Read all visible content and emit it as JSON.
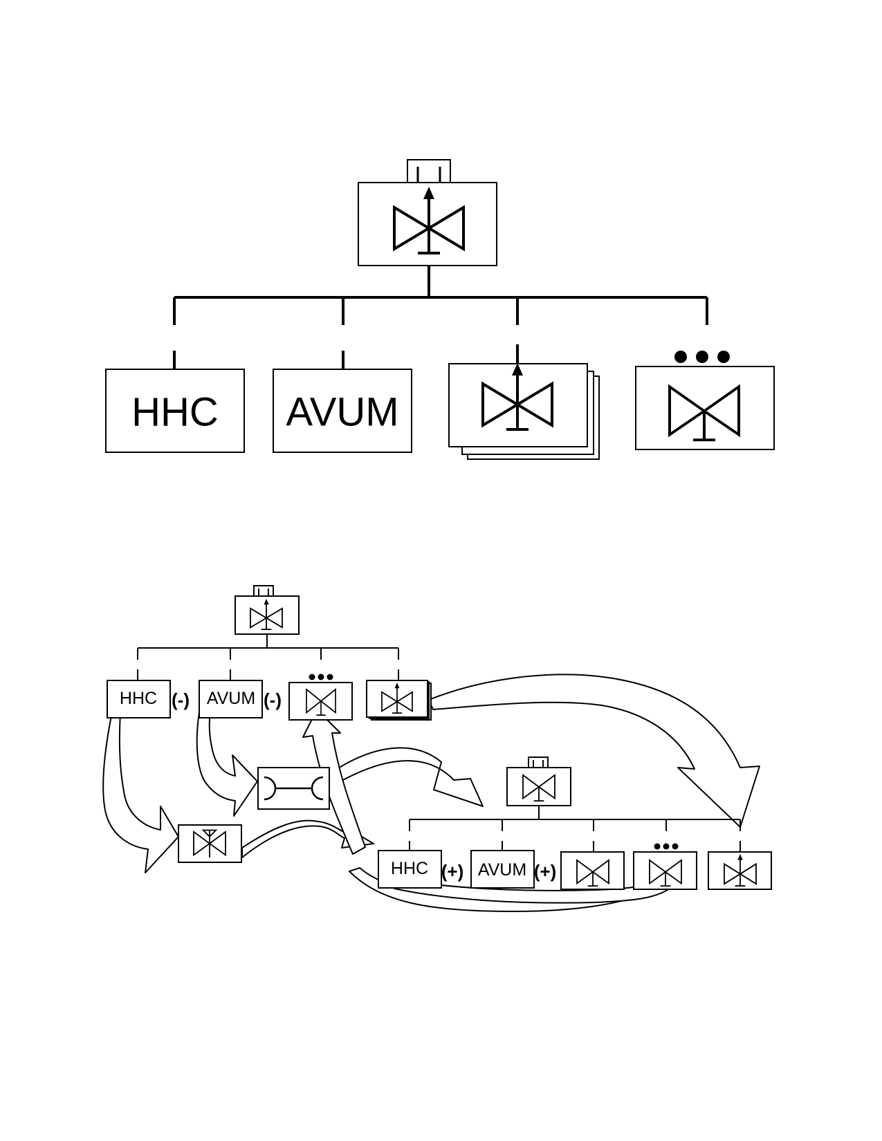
{
  "top_chart": {
    "hhc_label": "HHC",
    "avum_label": "AVUM"
  },
  "bottom_left_chart": {
    "hhc_label": "HHC",
    "avum_label": "AVUM",
    "minus_1": "(-)",
    "minus_2": "(-)"
  },
  "bottom_right_chart": {
    "hhc_label": "HHC",
    "avum_label": "AVUM",
    "plus_1": "(+)",
    "plus_2": "(+)"
  },
  "icons": [
    "aviation-battalion-icon",
    "aviation-company-icon",
    "aviation-troop-icon",
    "support-company-icon"
  ]
}
